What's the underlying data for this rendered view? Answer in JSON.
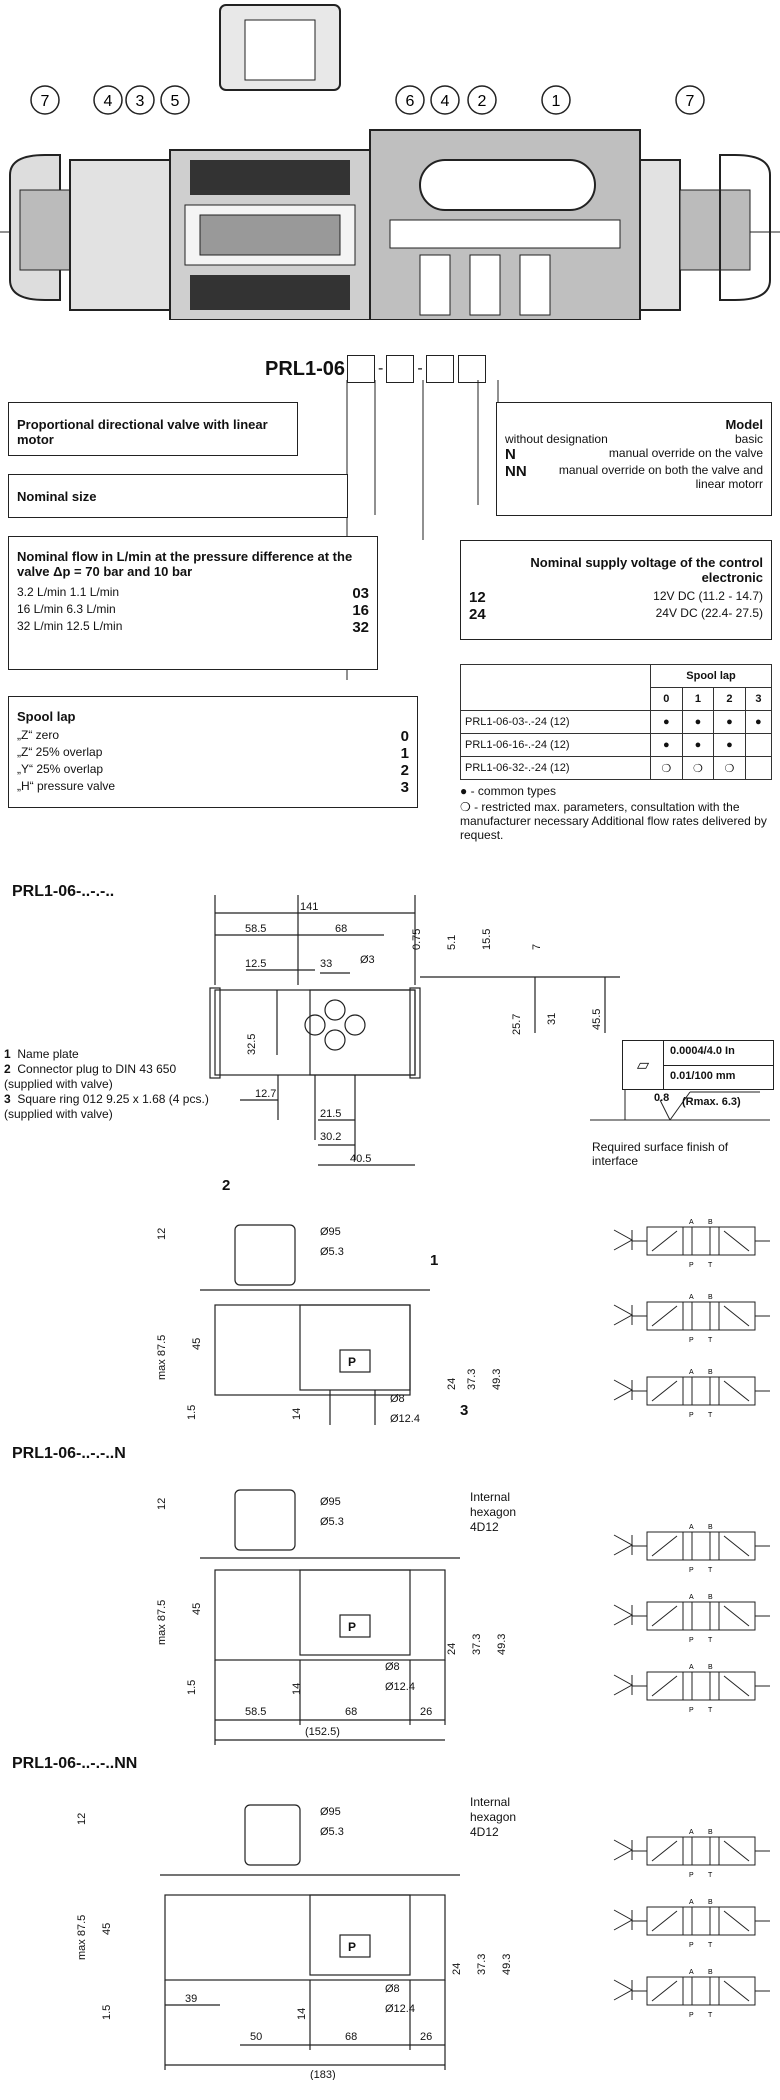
{
  "top_callouts": [
    "7",
    "4",
    "3",
    "5",
    "6",
    "4",
    "2",
    "1",
    "7"
  ],
  "model_code": {
    "prefix": "PRL1-06"
  },
  "boxes": {
    "title": "Proportional directional valve with linear motor",
    "nominal_size": "Nominal size",
    "flow": {
      "heading": "Nominal flow in L/min at the pressure difference at the valve Δp = 70 bar and 10 bar",
      "rows": [
        {
          "label": "3.2 L/min  1.1 L/min",
          "code": "03"
        },
        {
          "label": "16 L/min  6.3 L/min",
          "code": "16"
        },
        {
          "label": "32 L/min  12.5 L/min",
          "code": "32"
        }
      ]
    },
    "spool": {
      "heading": "Spool lap",
      "rows": [
        {
          "label": "„Z“ zero",
          "code": "0"
        },
        {
          "label": "„Z“ 25% overlap",
          "code": "1"
        },
        {
          "label": "„Y“ 25%  overlap",
          "code": "2"
        },
        {
          "label": "„H“ pressure valve",
          "code": "3"
        }
      ]
    },
    "model": {
      "heading": "Model",
      "rows": [
        {
          "code": "",
          "left": "without designation",
          "right": "basic"
        },
        {
          "code": "N",
          "left": "",
          "right": "manual override on the valve"
        },
        {
          "code": "NN",
          "left": "",
          "right": "manual override on both the valve and linear motorr"
        }
      ]
    },
    "voltage": {
      "heading": "Nominal supply voltage of the control electronic",
      "rows": [
        {
          "code": "12",
          "text": "12V DC (11.2 - 14.7)"
        },
        {
          "code": "24",
          "text": "24V DC (22.4- 27.5)"
        }
      ]
    }
  },
  "spool_table": {
    "title": "Spool lap",
    "columns": [
      "0",
      "1",
      "2",
      "3"
    ],
    "rows": [
      {
        "name": "PRL1-06-03-.-24 (12)",
        "cells": [
          "●",
          "●",
          "●",
          "●"
        ]
      },
      {
        "name": "PRL1-06-16-.-24 (12)",
        "cells": [
          "●",
          "●",
          "●",
          ""
        ]
      },
      {
        "name": "PRL1-06-32-.-24 (12)",
        "cells": [
          "❍",
          "❍",
          "❍",
          ""
        ]
      }
    ],
    "legend1": "● - common types",
    "legend2": "❍ - restricted max. parameters, consultation with the manufacturer necessary Additional  flow rates delivered by request."
  },
  "section1": {
    "title": "PRL1-06-..-.-..",
    "dims": [
      "141",
      "58.5",
      "68",
      "12.5",
      "33",
      "Ø3",
      "0.75",
      "5.1",
      "15.5",
      "7",
      "32.5",
      "25.7",
      "31",
      "45.5",
      "12.7",
      "21.5",
      "30.2",
      "40.5"
    ],
    "notes": [
      {
        "num": "1",
        "text": "Name plate"
      },
      {
        "num": "2",
        "text": "Connector plug to DIN 43 650 (supplied with valve)"
      },
      {
        "num": "3",
        "text": "Square ring 012 9.25 x 1.68 (4 pcs.) (supplied with valve)"
      }
    ],
    "tolerance1": "0.0004/4.0 In",
    "tolerance2": "0.01/100  mm",
    "roughness": "0.8",
    "roughness_max": "(Rmax. 6.3)",
    "surface_note": "Required surface finish of interface"
  },
  "side_view1": {
    "callouts": [
      "2",
      "1",
      "3"
    ],
    "dims": [
      "12",
      "Ø95",
      "Ø5.3",
      "max 87.5",
      "45",
      "24",
      "37.3",
      "49.3",
      "1.5",
      "14",
      "Ø8",
      "Ø12.4"
    ],
    "port": "P"
  },
  "section2": {
    "title": "PRL1-06-..-.-..N",
    "note": "Internal hexagon 4D12",
    "dims": [
      "12",
      "Ø95",
      "Ø5.3",
      "max 87.5",
      "45",
      "24",
      "37.3",
      "49.3",
      "1.5",
      "14",
      "Ø8",
      "Ø12.4",
      "58.5",
      "68",
      "26",
      "(152.5)"
    ],
    "port": "P"
  },
  "section3": {
    "title": "PRL1-06-..-.-..NN",
    "note": "Internal hexagon 4D12",
    "dims": [
      "12",
      "Ø95",
      "Ø5.3",
      "max 87.5",
      "45",
      "24",
      "37.3",
      "49.3",
      "1.5",
      "39",
      "14",
      "Ø8",
      "Ø12.4",
      "50",
      "68",
      "26",
      "(183)"
    ],
    "port": "P"
  },
  "symbol_labels": {
    "a": "A",
    "b": "B",
    "p": "P",
    "t": "T"
  }
}
